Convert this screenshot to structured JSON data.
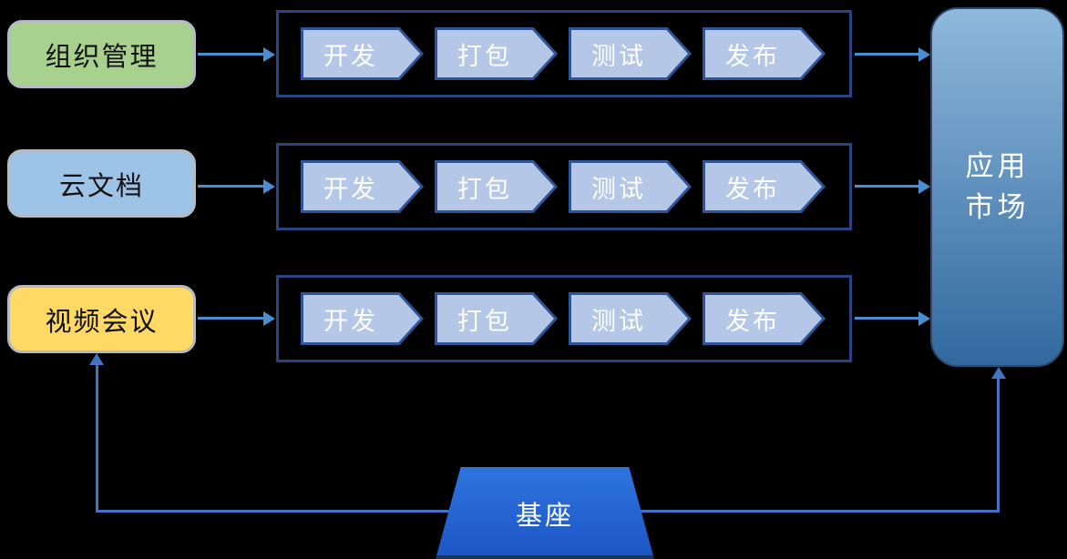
{
  "background": "#000000",
  "sources": [
    {
      "id": "org-management",
      "label": "组织管理"
    },
    {
      "id": "cloud-docs",
      "label": "云文档"
    },
    {
      "id": "video-meeting",
      "label": "视频会议"
    }
  ],
  "pipelines": [
    {
      "steps": [
        "开发",
        "打包",
        "测试",
        "发布"
      ]
    },
    {
      "steps": [
        "开发",
        "打包",
        "测试",
        "发布"
      ]
    },
    {
      "steps": [
        "开发",
        "打包",
        "测试",
        "发布"
      ]
    }
  ],
  "market": {
    "label_line1": "应用",
    "label_line2": "市场"
  },
  "base": {
    "label": "基座"
  },
  "colors": {
    "background": "#000000",
    "source-green": "#a9d18e",
    "source-blue": "#9dc3e6",
    "source-yellow": "#ffd966",
    "source-border": "#b3bac1",
    "container-border": "#2a4480",
    "chev-fill": "#b4c7e7",
    "chev-border": "#2e5597",
    "feed-arrow": "#4a8ed0",
    "loop-arrow": "#4472c4",
    "market-top": "#8fb8dc",
    "market-bottom": "#31699f",
    "market-border": "#2b4a71",
    "base-top": "#2e74df",
    "base-bottom": "#1c55c4"
  }
}
